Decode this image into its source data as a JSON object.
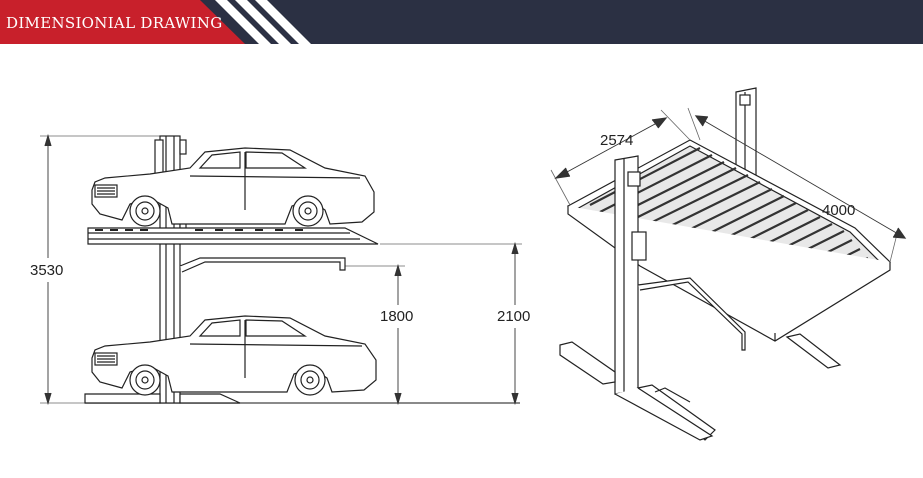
{
  "header": {
    "title": "DIMENSIONIAL DRAWING",
    "colors": {
      "bar": "#2b3043",
      "accent": "#c8202b",
      "stripe": "#ffffff"
    }
  },
  "side_view": {
    "dimensions": {
      "total_height": "3530",
      "upper_clearance": "1800",
      "platform_height": "2100"
    }
  },
  "iso_view": {
    "dimensions": {
      "platform_width": "2574",
      "platform_length": "4000"
    }
  }
}
